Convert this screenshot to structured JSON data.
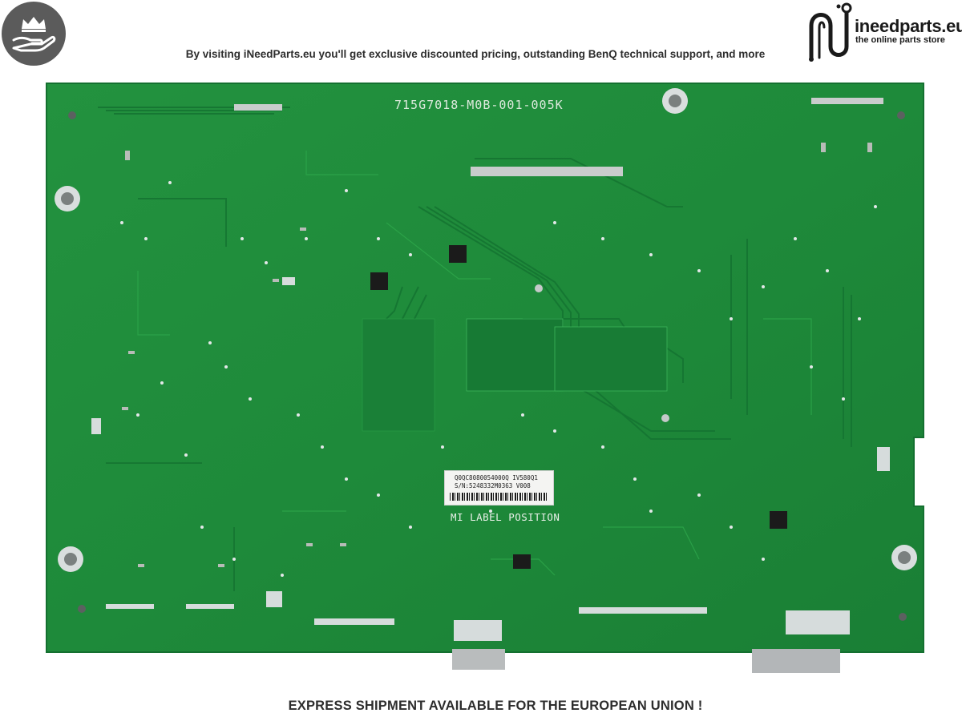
{
  "header": {
    "badge_icon": "crown-hand-icon",
    "tagline": "By visiting iNeedParts.eu you'll get exclusive discounted pricing, outstanding BenQ technical support, and more"
  },
  "logo": {
    "icon": "circuit-n-icon",
    "name": "ineedparts.eu",
    "subtitle": "the online parts store"
  },
  "board": {
    "part_number": "715G7018-M0B-001-005K",
    "label_position": "MI LABEL POSITION",
    "sticker_line1": "Q0QC8080054000Q  IV580Q1",
    "sticker_line2": "S/N:5248332M0363    V008",
    "pcb_color": "#1f8a3a",
    "trace_color": "#2ea84b"
  },
  "footer": {
    "text": "EXPRESS SHIPMENT AVAILABLE FOR THE EUROPEAN UNION !"
  }
}
